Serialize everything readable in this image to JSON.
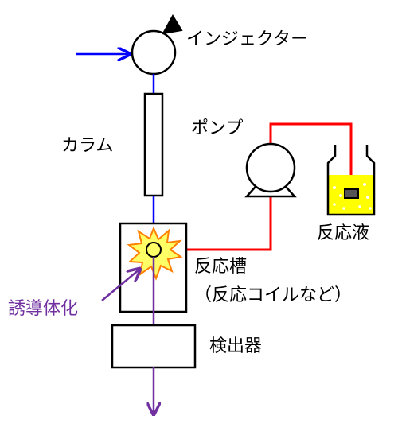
{
  "labels": {
    "injector": "インジェクター",
    "column": "カラム",
    "pump": "ポンプ",
    "reagent": "反応液",
    "reactor": "反応槽",
    "reactor_note": "（反応コイルなど）",
    "derivatization": "誘導体化",
    "detector": "検出器"
  },
  "colors": {
    "mobile_phase_line": "#0000ff",
    "reagent_line": "#ff0000",
    "derivative_line": "#7030a0",
    "reagent_fill": "#ffff00",
    "burst_fill": "#ffff66",
    "burst_stroke": "#ff8000"
  }
}
